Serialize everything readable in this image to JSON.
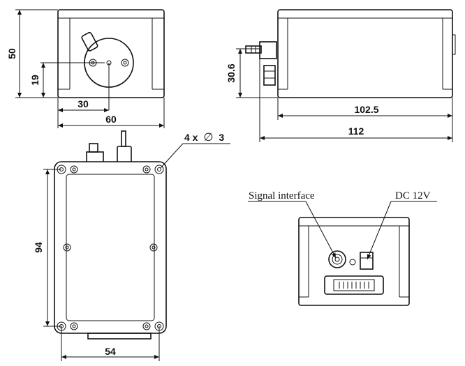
{
  "dimensions": {
    "front_height": "50",
    "front_hole_height": "19",
    "front_hole_offset": "30",
    "front_width": "60",
    "side_height": "30.6",
    "side_body_length": "102.5",
    "side_total_length": "112",
    "mount_holes": "4 x",
    "mount_hole_diameter": "3",
    "top_length": "94",
    "top_width": "54"
  },
  "symbols": {
    "diameter": "∅"
  },
  "labels": {
    "signal_interface": "Signal interface",
    "dc_power": "DC 12V"
  }
}
